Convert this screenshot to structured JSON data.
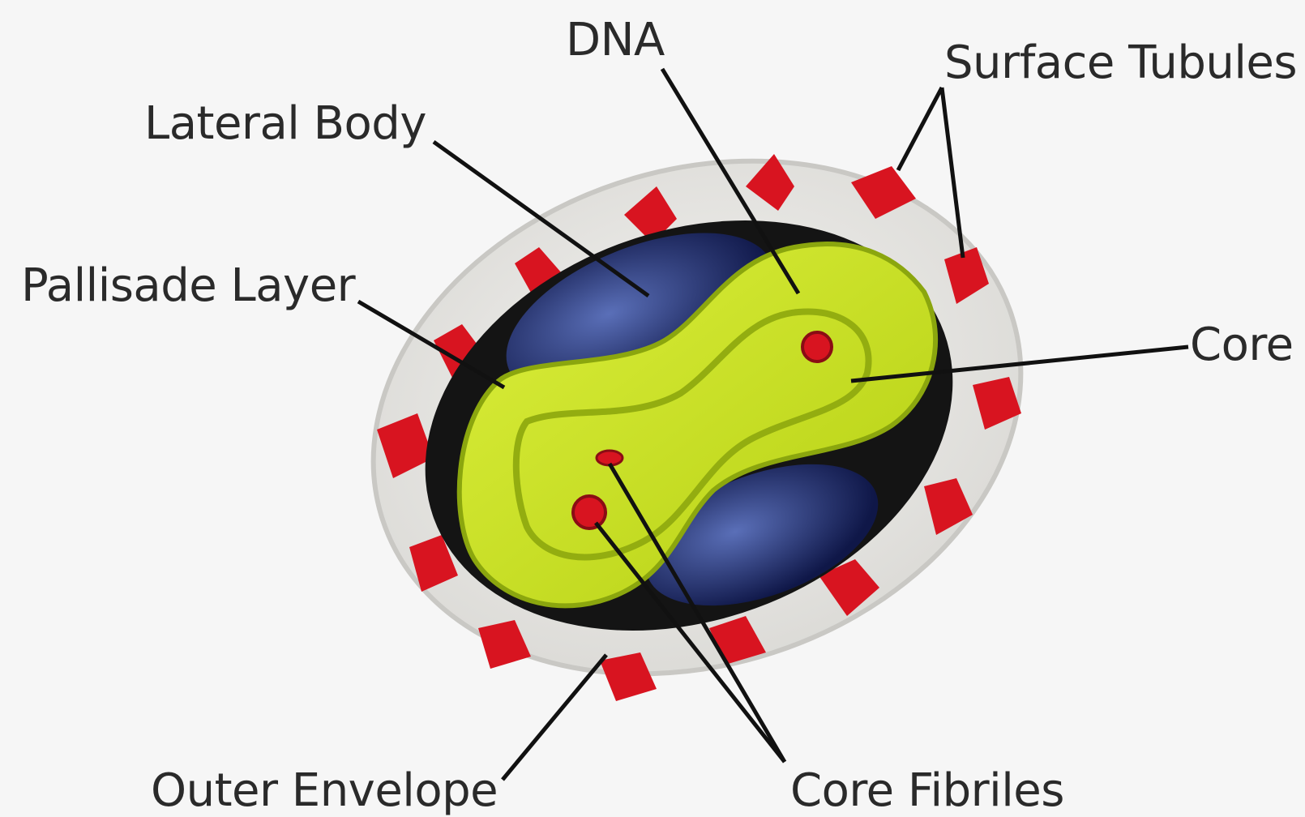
{
  "labels": {
    "dna": "DNA",
    "surface_tubules": "Surface Tubules",
    "lateral_body": "Lateral Body",
    "pallisade_layer": "Pallisade Layer",
    "core": "Core",
    "outer_envelope": "Outer Envelope",
    "core_fibriles": "Core Fibriles"
  },
  "colors": {
    "background": "#f6f6f6",
    "envelope": "#ecebe8",
    "pallisade": "#141414",
    "lateral_body": "#1d2a66",
    "core": "#c9e21a",
    "core_inner": "#a6c016",
    "tubules": "#d81420",
    "leader_line": "#111111",
    "text": "#2a2a2a"
  }
}
